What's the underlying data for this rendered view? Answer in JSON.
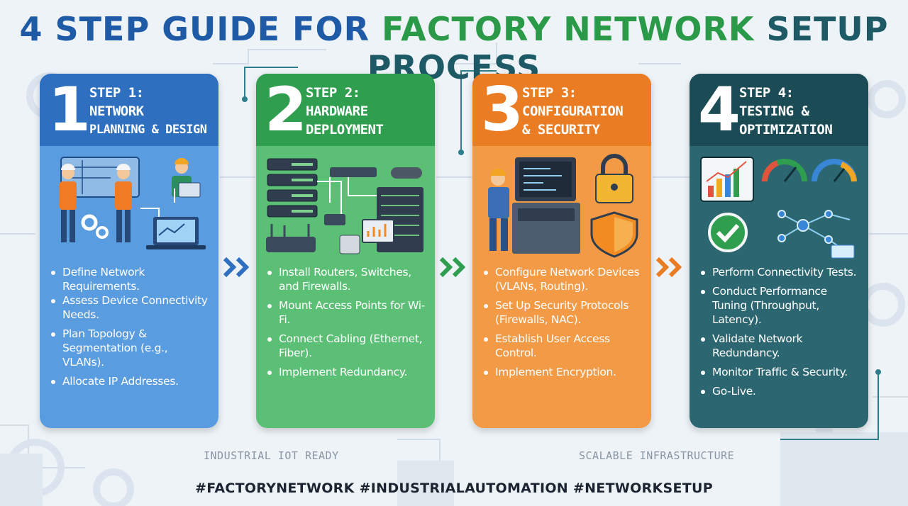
{
  "title": {
    "part1": "4 STEP GUIDE FOR ",
    "part2": "FACTORY NETWORK",
    "part3": " SETUP PROCESS"
  },
  "colors": {
    "step1": "#2e6fc0",
    "step2": "#2f9e4f",
    "step3": "#ea7c23",
    "step4": "#1b4c55",
    "title_blue": "#1f5aa6",
    "title_green": "#2a9a48"
  },
  "steps": [
    {
      "number": "1",
      "title_lines": [
        "STEP 1:",
        "NETWORK",
        "PLANNING & DESIGN"
      ],
      "illustration": "engineers-planning-icon",
      "bullets": [
        "Define Network Requirements.",
        "Assess Device Connectivity Needs.",
        "Plan Topology & Segmentation (e.g., VLANs).",
        "Allocate IP Addresses."
      ]
    },
    {
      "number": "2",
      "title_lines": [
        "STEP 2:",
        "HARDWARE",
        "DEPLOYMENT"
      ],
      "illustration": "network-hardware-icon",
      "bullets": [
        "Install Routers, Switches, and Firewalls.",
        "Mount Access Points for Wi-Fi.",
        "Connect Cabling (Ethernet, Fiber).",
        "Implement Redundancy."
      ]
    },
    {
      "number": "3",
      "title_lines": [
        "STEP 3:",
        "CONFIGURATION",
        "& SECURITY"
      ],
      "illustration": "configuration-security-icon",
      "bullets": [
        "Configure Network Devices (VLANs, Routing).",
        "Set Up Security Protocols (Firewalls, NAC).",
        "Establish User Access Control.",
        "Implement Encryption."
      ]
    },
    {
      "number": "4",
      "title_lines": [
        "STEP 4:",
        "TESTING &",
        "OPTIMIZATION"
      ],
      "illustration": "testing-dashboard-icon",
      "bullets": [
        "Perform Connectivity Tests.",
        "Conduct Performance Tuning (Throughput, Latency).",
        "Validate Network Redundancy.",
        "Monitor Traffic & Security.",
        "Go-Live."
      ]
    }
  ],
  "taglines": {
    "left": "INDUSTRIAL IOT READY",
    "right": "SCALABLE INFRASTRUCTURE"
  },
  "hashtags": "#FACTORYNETWORK #INDUSTRIALAUTOMATION #NETWORKSETUP"
}
